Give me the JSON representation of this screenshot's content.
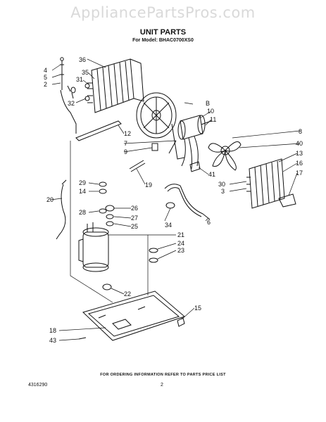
{
  "watermark": "AppliancePartsPros.com",
  "title": "UNIT PARTS",
  "model_line": "For Model: BHAC0700XS0",
  "footnote": "FOR ORDERING INFORMATION REFER TO PARTS PRICE LIST",
  "part_number": "4316290",
  "page_number": "2",
  "callouts": [
    "4",
    "5",
    "2",
    "36",
    "35",
    "31",
    "32",
    "B",
    "10",
    "11",
    "8",
    "40",
    "13",
    "16",
    "17",
    "12",
    "7",
    "9",
    "19",
    "41",
    "30",
    "3",
    "20",
    "29",
    "14",
    "28",
    "26",
    "27",
    "25",
    "34",
    "6",
    "21",
    "24",
    "23",
    "22",
    "15",
    "18",
    "43"
  ]
}
